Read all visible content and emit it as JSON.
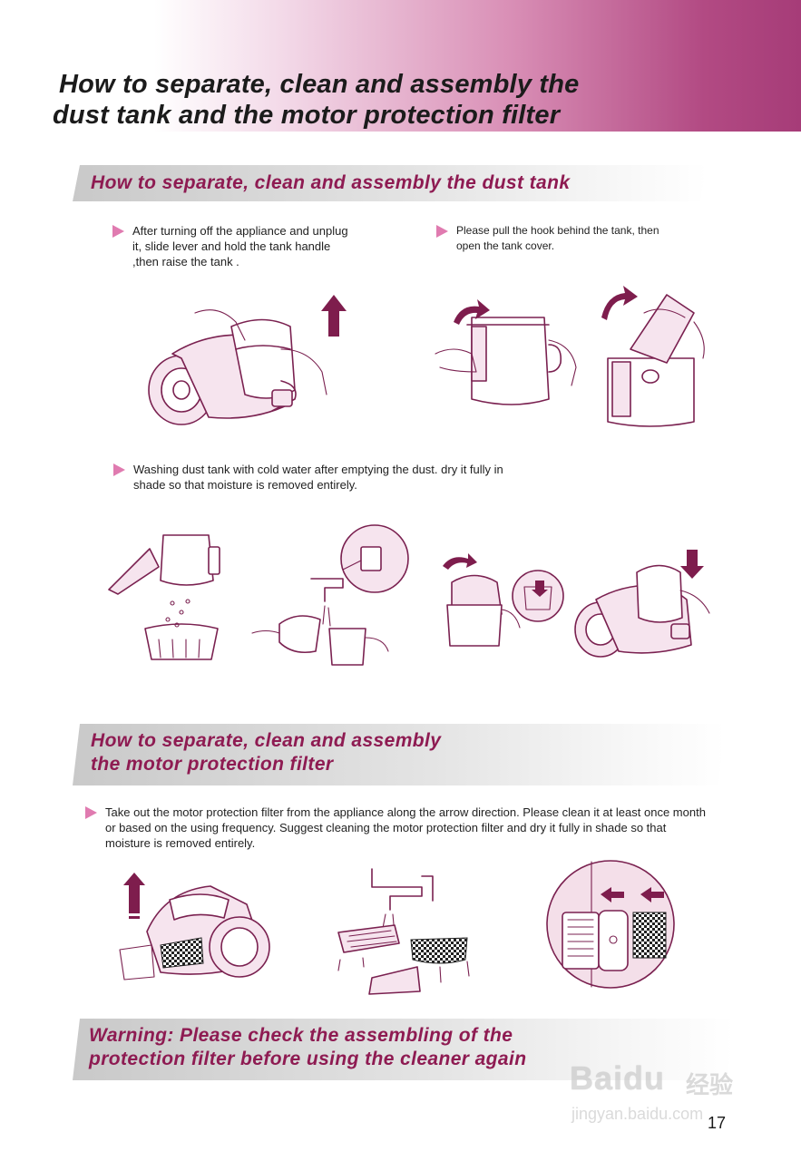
{
  "header": {
    "title_line1": "How to separate, clean and assembly the",
    "title_line2": "dust tank and the  motor protection filter"
  },
  "section1": {
    "heading": "How to separate, clean and assembly the dust tank",
    "step1": "After turning off the appliance and unplug it, slide lever  and hold the tank handle ,then raise the tank .",
    "step2": "Please pull the hook behind the tank, then open the tank cover.",
    "step3": "Washing dust tank with cold water after emptying the dust. dry it fully in shade so that moisture is removed entirely."
  },
  "section2": {
    "heading_line1": "How to separate, clean and assembly",
    "heading_line2": "the motor protection filter",
    "step1": "Take out the motor  protection filter  from the appliance along the arrow direction. Please clean it at least once month  or based on the using frequency. Suggest cleaning the motor  protection filter and dry it fully in shade so that moisture is removed entirely."
  },
  "warning": {
    "line1": "Warning: Please check the assembling of the",
    "line2": "protection filter before using the cleaner again"
  },
  "watermark": {
    "logo": "Baidu",
    "cn": "经验",
    "url": "jingyan.baidu.com"
  },
  "page_number": "17",
  "colors": {
    "accent": "#8e1b52",
    "bullet": "#e07bb0",
    "header_gradient_end": "#a63c78",
    "banner_gray": "#c9c9c9"
  }
}
